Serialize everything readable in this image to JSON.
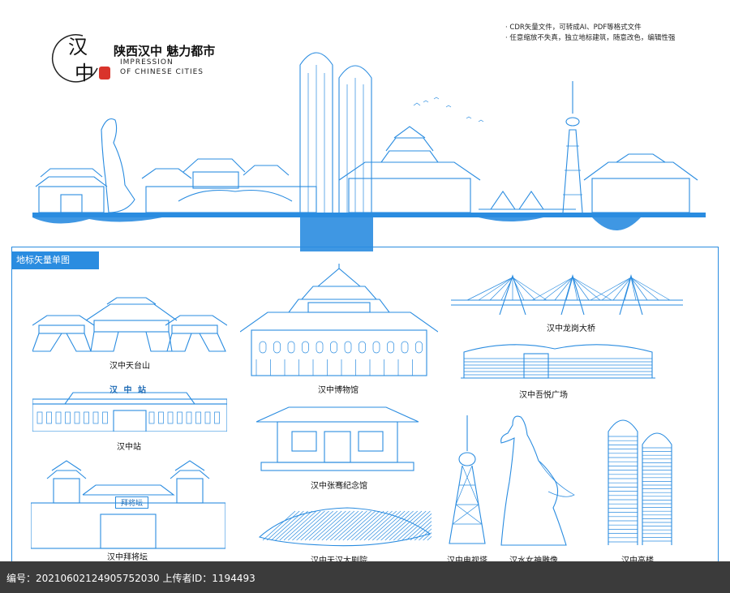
{
  "header": {
    "logo_chars": [
      "汉",
      "中"
    ],
    "title": "陕西汉中 魅力都市",
    "subtitle_line1": "IMPRESSION",
    "subtitle_line2": "OF CHINESE CITIES",
    "note_line1": "· CDR矢量文件，可转成AI、PDF等格式文件",
    "note_line2": "· 任意缩放不失真，独立地标建筑，随意改色，编辑性强"
  },
  "section": {
    "label": "地标矢量单图"
  },
  "landmarks": [
    {
      "id": "tiantaishan",
      "name": "汉中天台山"
    },
    {
      "id": "station",
      "name": "汉中站"
    },
    {
      "id": "baijiangtan",
      "name": "汉中拜将坛"
    },
    {
      "id": "museum",
      "name": "汉中博物馆"
    },
    {
      "id": "zhangqian",
      "name": "汉中张骞纪念馆"
    },
    {
      "id": "theater",
      "name": "汉中天汉大剧院"
    },
    {
      "id": "bridge",
      "name": "汉中龙岗大桥"
    },
    {
      "id": "plaza",
      "name": "汉中吾悦广场"
    },
    {
      "id": "tvtower",
      "name": "汉中电视塔"
    },
    {
      "id": "goddess",
      "name": "汉水女神雕像"
    },
    {
      "id": "highrise",
      "name": "汉中高楼"
    }
  ],
  "station_sign": "汉 中 站",
  "gate_sign": "拜将坛",
  "footer": {
    "text": "编号：20210602124905752030 上传者ID：1194493"
  },
  "colors": {
    "accent": "#2a8ce0",
    "footer_bg": "#3b3b3b",
    "seal_red": "#d9342b"
  }
}
